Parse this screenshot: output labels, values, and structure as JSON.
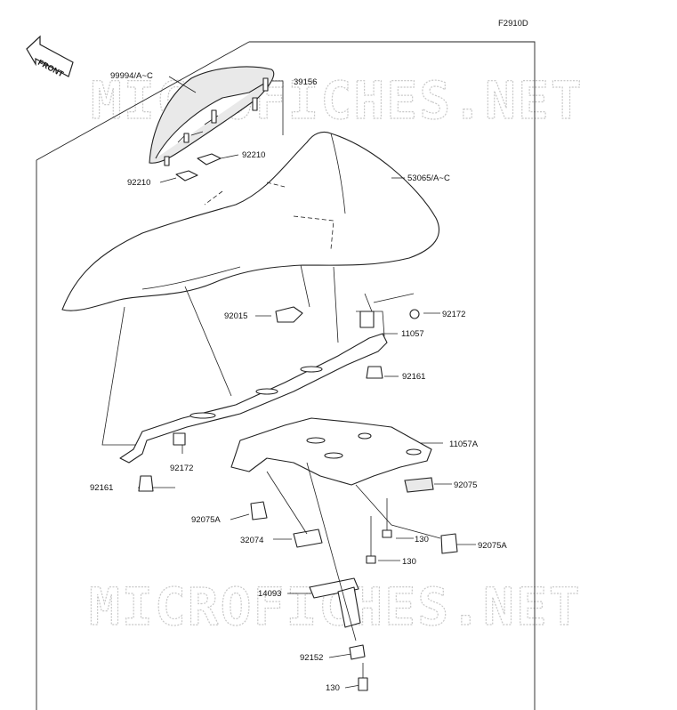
{
  "figure_code": "F2910D",
  "front_label": "FRONT",
  "watermark": "MICROFICHES.NET",
  "parts": [
    {
      "key": "p99994",
      "label": "99994/A~C"
    },
    {
      "key": "p39156",
      "label": "39156"
    },
    {
      "key": "p92210a",
      "label": "92210"
    },
    {
      "key": "p92210b",
      "label": "92210"
    },
    {
      "key": "p53065",
      "label": "53065/A~C"
    },
    {
      "key": "p92015",
      "label": "92015"
    },
    {
      "key": "p92172a",
      "label": "92172"
    },
    {
      "key": "p11057",
      "label": "11057"
    },
    {
      "key": "p92161a",
      "label": "92161"
    },
    {
      "key": "p11057A",
      "label": "11057A"
    },
    {
      "key": "p92172b",
      "label": "92172"
    },
    {
      "key": "p92161b",
      "label": "92161"
    },
    {
      "key": "p92075",
      "label": "92075"
    },
    {
      "key": "p92075Aa",
      "label": "92075A"
    },
    {
      "key": "p130a",
      "label": "130"
    },
    {
      "key": "p32074",
      "label": "32074"
    },
    {
      "key": "p92075Ab",
      "label": "92075A"
    },
    {
      "key": "p130b",
      "label": "130"
    },
    {
      "key": "p14093",
      "label": "14093"
    },
    {
      "key": "p92152",
      "label": "92152"
    },
    {
      "key": "p130c",
      "label": "130"
    }
  ]
}
